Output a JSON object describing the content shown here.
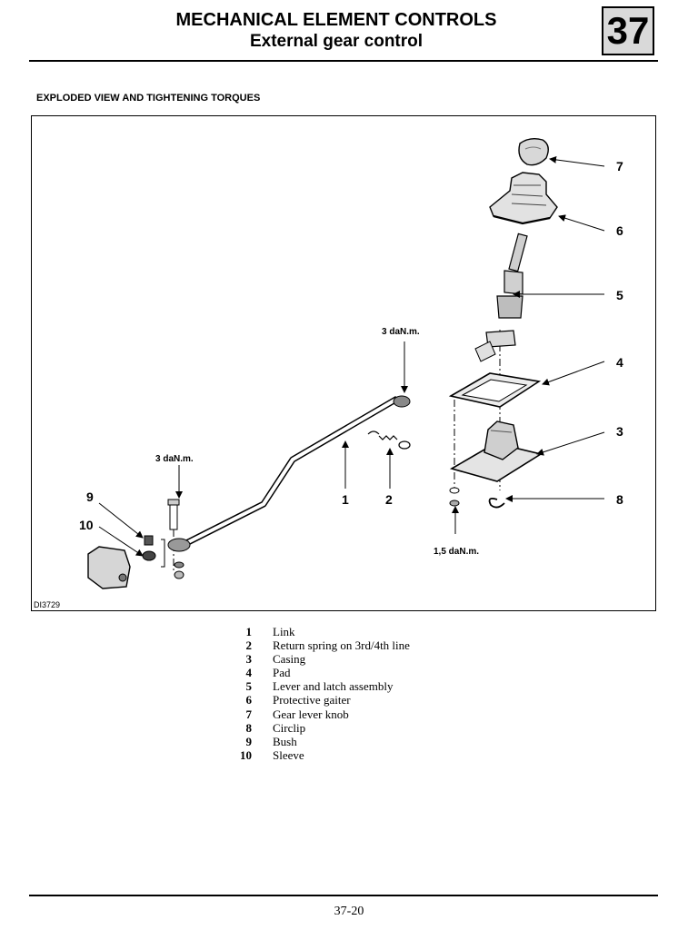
{
  "header": {
    "title_line1": "MECHANICAL ELEMENT CONTROLS",
    "title_line2": "External gear control",
    "chapter": "37"
  },
  "section_title": "EXPLODED VIEW AND TIGHTENING TORQUES",
  "figure": {
    "code": "DI3729",
    "torques": {
      "link_end": "3 daN.m.",
      "bolt": "3 daN.m.",
      "casing": "1,5 daN.m."
    },
    "callouts": [
      "1",
      "2",
      "3",
      "4",
      "5",
      "6",
      "7",
      "8",
      "9",
      "10"
    ]
  },
  "legend": [
    {
      "num": "1",
      "label": "Link"
    },
    {
      "num": "2",
      "label": "Return spring on 3rd/4th line"
    },
    {
      "num": "3",
      "label": "Casing"
    },
    {
      "num": "4",
      "label": "Pad"
    },
    {
      "num": "5",
      "label": "Lever and latch assembly"
    },
    {
      "num": "6",
      "label": "Protective gaiter"
    },
    {
      "num": "7",
      "label": "Gear lever knob"
    },
    {
      "num": "8",
      "label": "Circlip"
    },
    {
      "num": "9",
      "label": "Bush"
    },
    {
      "num": "10",
      "label": "Sleeve"
    }
  ],
  "footer": {
    "page_number": "37-20"
  }
}
